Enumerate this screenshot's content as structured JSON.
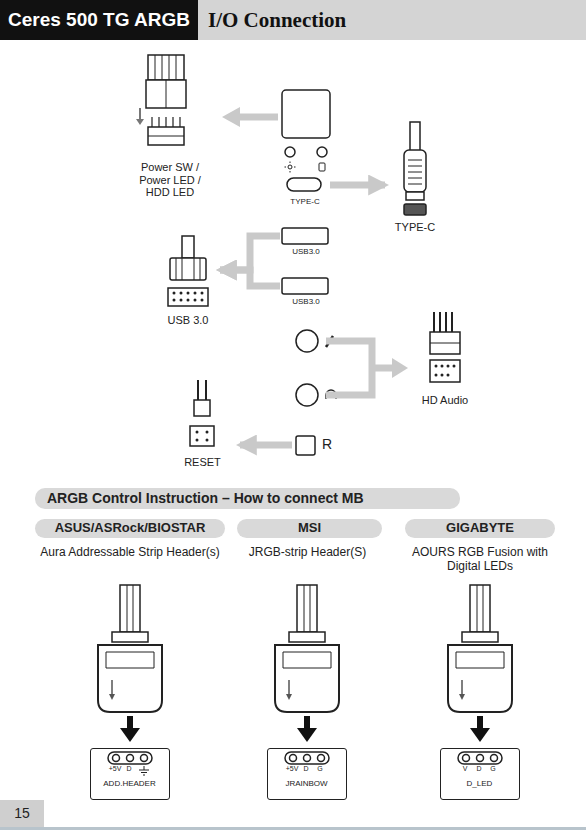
{
  "diagram": {
    "title": "Ceres 500 TG ARGB",
    "nodes": [
      {
        "text": [
          "Power SW / Power LED / HDD LED"
        ]
      },
      {
        "text": [
          "TYPE-C"
        ]
      },
      {
        "text": [
          "TYPE-C"
        ]
      },
      {
        "text": [
          "USB3.0"
        ]
      },
      {
        "text": [
          "USB3.0"
        ]
      },
      {
        "text": [
          "USB 3.0"
        ]
      },
      {
        "text": [
          "HD Audio"
        ]
      },
      {
        "text": [
          "R"
        ]
      },
      {
        "text": [
          "RESET"
        ]
      },
      {
        "text": [
          "ARGB Control Instruction – How to connect MB"
        ]
      },
      {
        "text": [
          "ASUS/ASRock/BIOSTAR"
        ]
      },
      {
        "text": [
          "MSI"
        ]
      },
      {
        "text": [
          "GIGABYTE"
        ]
      },
      {
        "text": [
          "+5V",
          "D",
          "ADD.HEADER"
        ]
      },
      {
        "text": [
          "+5V",
          "D",
          "G",
          "JRAINBOW"
        ]
      },
      {
        "text": [
          "V",
          "D",
          "G",
          "D_LED"
        ]
      },
      {
        "text": [
          "15"
        ]
      }
    ],
    "edges": [
      {
        "from": 1,
        "to": 2,
        "arrow": "to"
      },
      {
        "from": 3,
        "to": 5,
        "arrow": "to"
      },
      {
        "from": 4,
        "to": 5,
        "arrow": "to"
      },
      {
        "from": 7,
        "to": 8,
        "arrow": "to"
      }
    ],
    "labels": [
      "I/O Connection",
      "Aura Addressable Strip Header(s)",
      "JRGB-strip Header(S)",
      "AOURS RGB Fusion with Digital LEDs"
    ]
  }
}
